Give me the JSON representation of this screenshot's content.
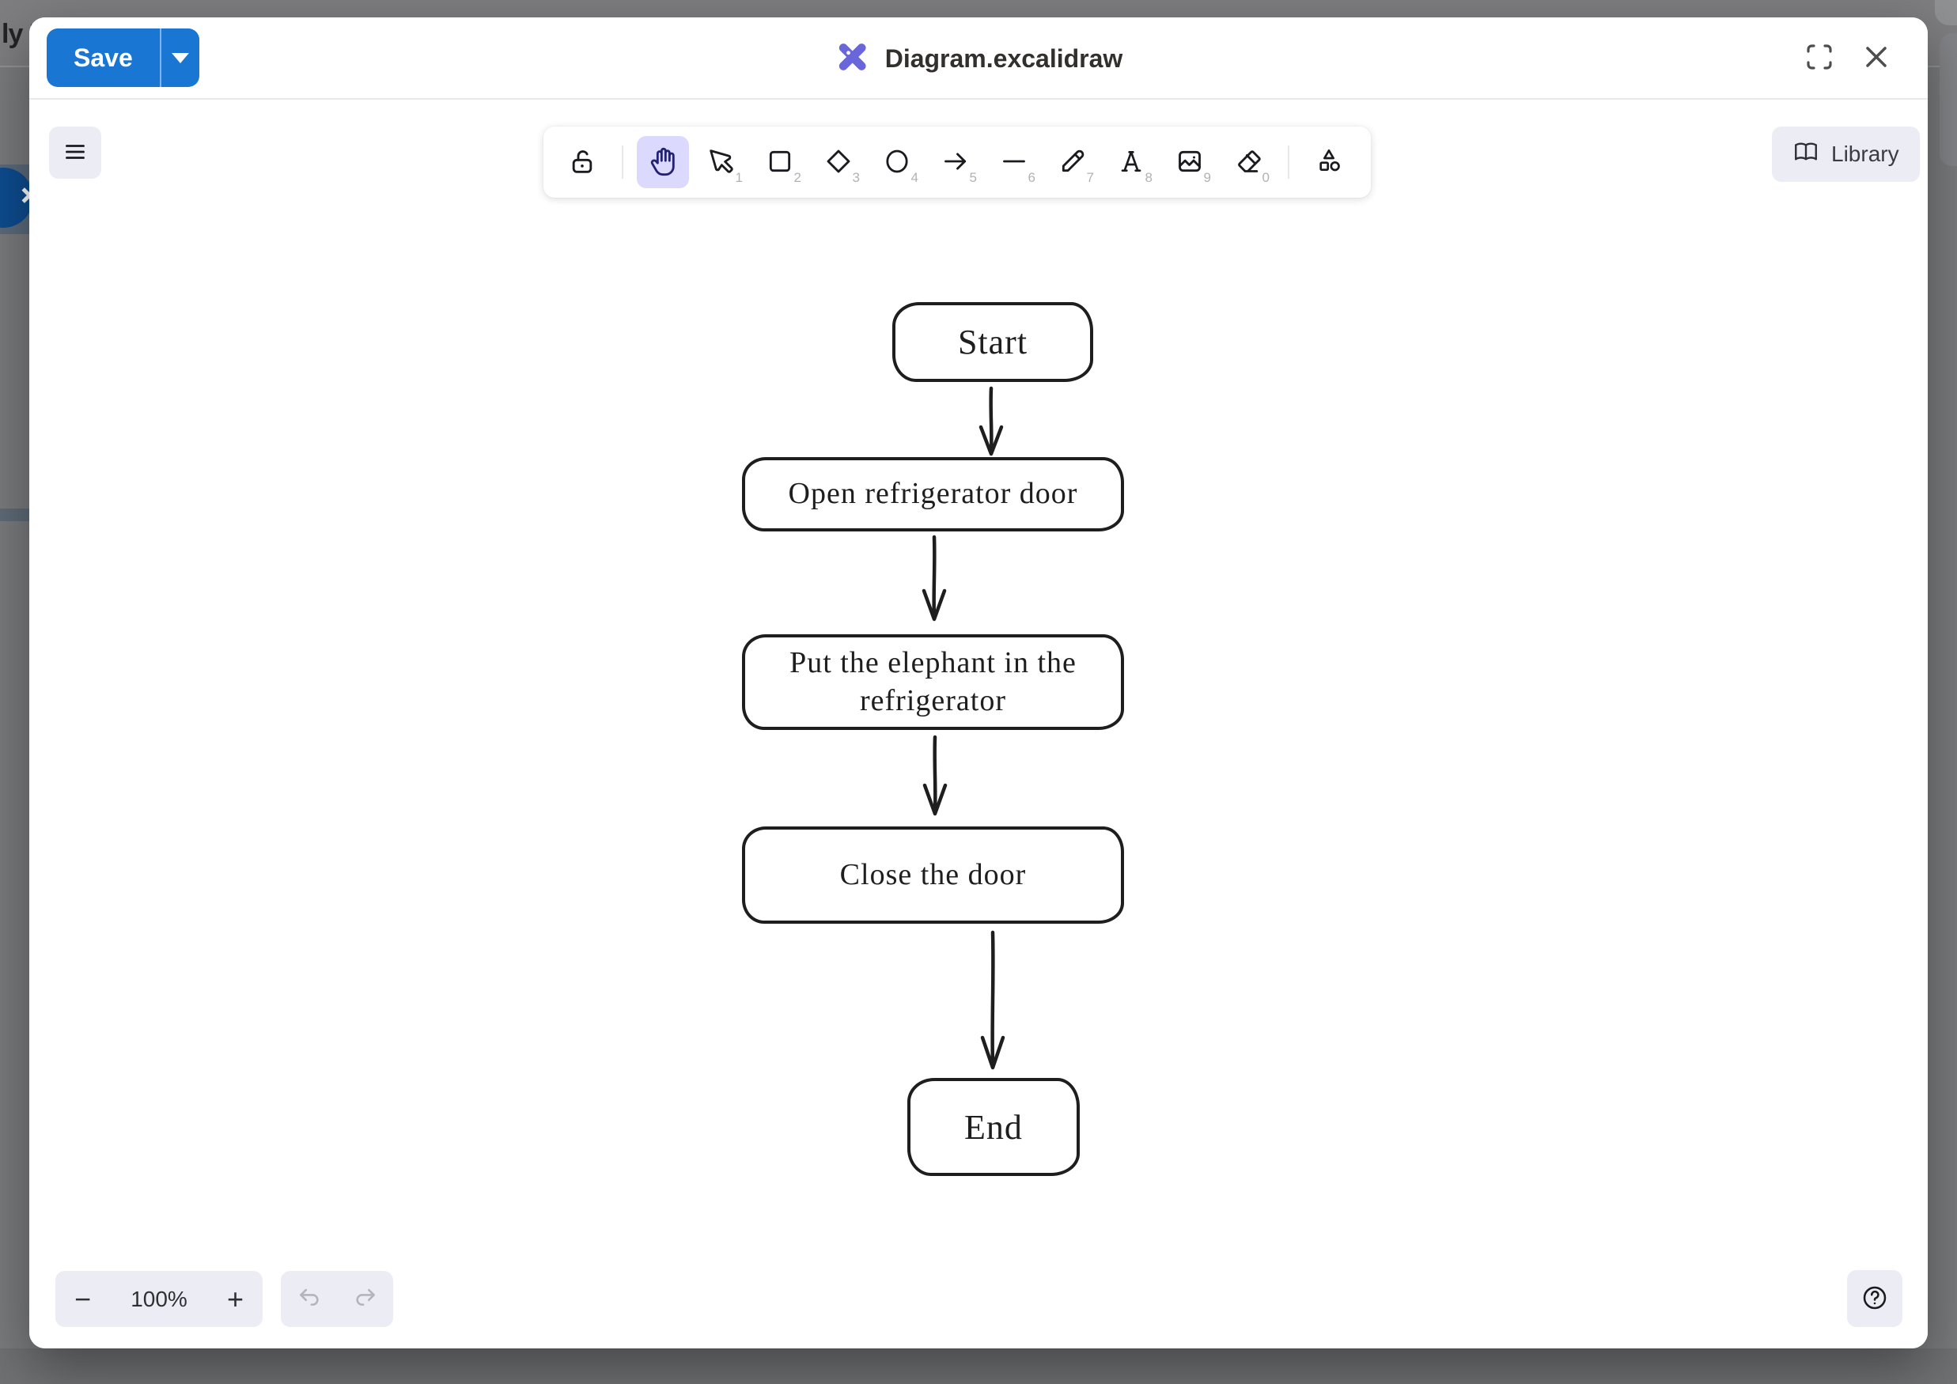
{
  "colors": {
    "accent": "#1976d2",
    "logo": "#6965db",
    "selected_tool_bg": "#dcd9ff",
    "diagram_stroke": "#1e1e1e"
  },
  "backdrop": {
    "clipped_text": "ly F"
  },
  "header": {
    "save_label": "Save",
    "title": "Diagram.excalidraw"
  },
  "toolbar": {
    "tools": [
      {
        "name": "lock",
        "shortcut": "",
        "selected": false
      },
      {
        "name": "hand",
        "shortcut": "",
        "selected": true
      },
      {
        "name": "selection",
        "shortcut": "1",
        "selected": false
      },
      {
        "name": "rectangle",
        "shortcut": "2",
        "selected": false
      },
      {
        "name": "diamond",
        "shortcut": "3",
        "selected": false
      },
      {
        "name": "ellipse",
        "shortcut": "4",
        "selected": false
      },
      {
        "name": "arrow",
        "shortcut": "5",
        "selected": false
      },
      {
        "name": "line",
        "shortcut": "6",
        "selected": false
      },
      {
        "name": "draw",
        "shortcut": "7",
        "selected": false
      },
      {
        "name": "text",
        "shortcut": "8",
        "selected": false
      },
      {
        "name": "image",
        "shortcut": "9",
        "selected": false
      },
      {
        "name": "eraser",
        "shortcut": "0",
        "selected": false
      },
      {
        "name": "shapes",
        "shortcut": "",
        "selected": false
      }
    ],
    "library_label": "Library"
  },
  "diagram": {
    "nodes": [
      {
        "id": "start",
        "label": "Start",
        "type": "terminal"
      },
      {
        "id": "open",
        "label": "Open refrigerator door",
        "type": "process"
      },
      {
        "id": "put",
        "label": "Put the elephant in the refrigerator",
        "type": "process"
      },
      {
        "id": "close",
        "label": "Close the door",
        "type": "process"
      },
      {
        "id": "end",
        "label": "End",
        "type": "terminal"
      }
    ],
    "edges": [
      {
        "from": "start",
        "to": "open"
      },
      {
        "from": "open",
        "to": "put"
      },
      {
        "from": "put",
        "to": "close"
      },
      {
        "from": "close",
        "to": "end"
      }
    ]
  },
  "footer": {
    "zoom_out": "−",
    "zoom_level": "100%",
    "zoom_in": "+"
  }
}
